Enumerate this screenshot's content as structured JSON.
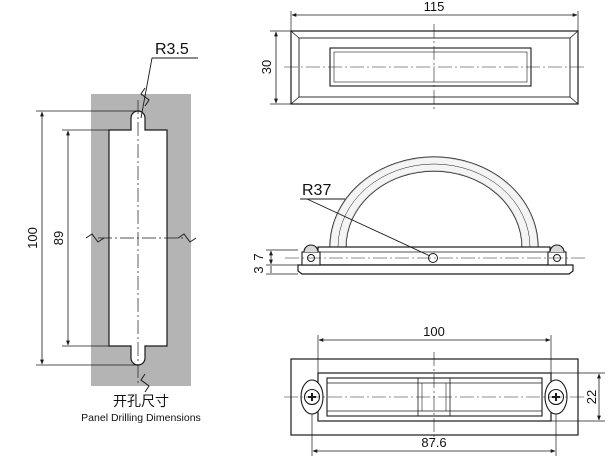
{
  "panel_cutout": {
    "radius_label": "R3.5",
    "outer_height": "100",
    "inner_height": "89",
    "caption_cn": "开孔尺寸",
    "caption_en": "Panel Drilling Dimensions",
    "panel_color": "#b4b4b4"
  },
  "top_view": {
    "width": "115",
    "height": "30"
  },
  "side_view": {
    "radius_label": "R37",
    "dim_upper": "7",
    "dim_lower": "3"
  },
  "bottom_view": {
    "overall_width": "100",
    "hole_spacing": "87.6",
    "height": "22"
  },
  "colors": {
    "line": "#1a1a1a",
    "fill_light": "#d8d8d8",
    "fill_lighter": "#ececec"
  }
}
